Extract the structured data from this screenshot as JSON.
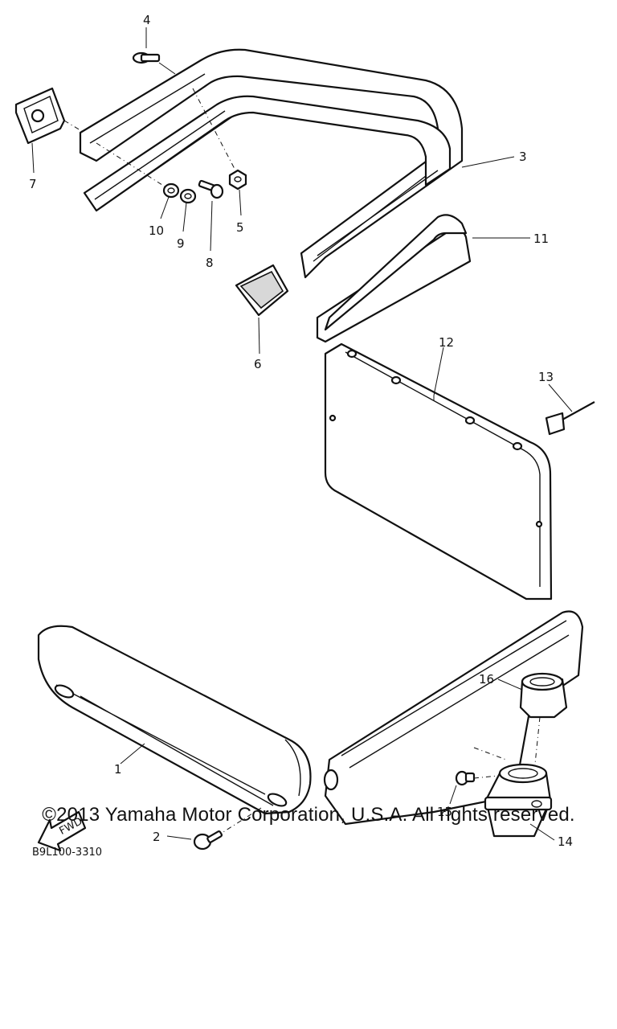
{
  "diagram": {
    "callouts": [
      "1",
      "2",
      "3",
      "4",
      "5",
      "6",
      "7",
      "8",
      "9",
      "10",
      "11",
      "12",
      "13",
      "14",
      "15",
      "16"
    ],
    "diagram_code": "B9L100-3310",
    "fwd_label": "FWD"
  },
  "footer": {
    "copyright": "©2013 Yamaha Motor Corporation, U.S.A. All rights reserved."
  }
}
